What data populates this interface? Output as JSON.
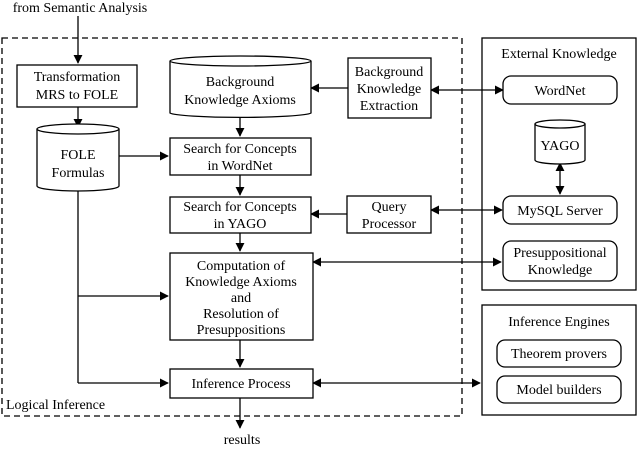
{
  "input_label": "from Semantic Analysis",
  "output_label": "results",
  "logical_inference": {
    "title": "Logical Inference",
    "transformation": [
      "Transformation",
      "MRS to FOLE"
    ],
    "fole": [
      "FOLE",
      "Formulas"
    ],
    "background_axioms": [
      "Background",
      "Knowledge Axioms"
    ],
    "background_extraction": [
      "Background",
      "Knowledge",
      "Extraction"
    ],
    "search_wordnet": [
      "Search for Concepts",
      "in WordNet"
    ],
    "search_yago": [
      "Search for Concepts",
      "in YAGO"
    ],
    "query_processor": [
      "Query",
      "Processor"
    ],
    "computation": [
      "Computation of",
      "Knowledge Axioms",
      "and",
      "Resolution of",
      "Presuppositions"
    ],
    "inference_process": "Inference Process"
  },
  "external_knowledge": {
    "title": "External Knowledge",
    "wordnet": "WordNet",
    "yago": "YAGO",
    "mysql": "MySQL Server",
    "presuppositional": [
      "Presuppositional",
      "Knowledge"
    ]
  },
  "inference_engines": {
    "title": "Inference Engines",
    "theorem_provers": "Theorem provers",
    "model_builders": "Model builders"
  }
}
